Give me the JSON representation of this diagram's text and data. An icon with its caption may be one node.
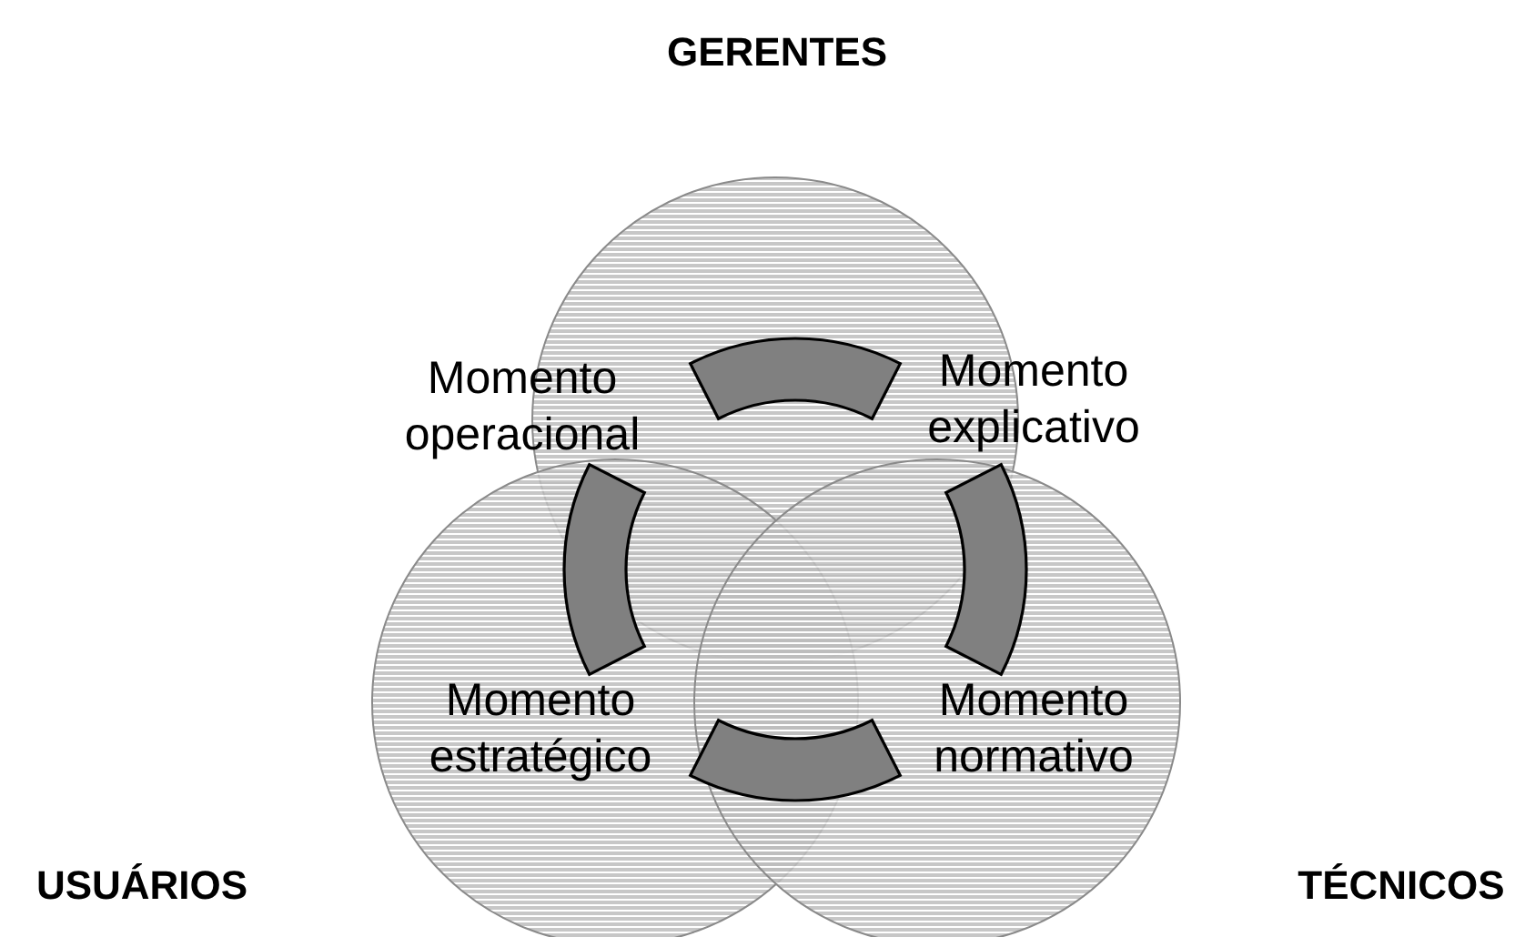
{
  "diagram": {
    "nodes": [
      {
        "text": [
          "GERENTES"
        ]
      },
      {
        "text": [
          "USUÁRIOS"
        ]
      },
      {
        "text": [
          "TÉCNICOS"
        ]
      }
    ],
    "labels": [
      "Momento operacional",
      "Momento explicativo",
      "Momento estratégico",
      "Momento normativo"
    ]
  }
}
